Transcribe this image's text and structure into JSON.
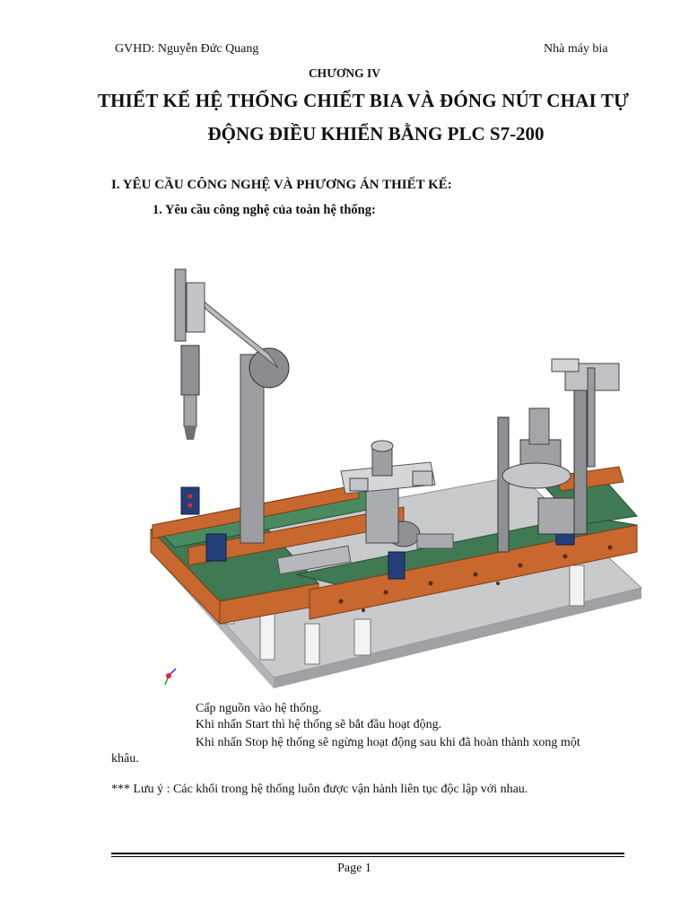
{
  "header": {
    "left": "GVHD: Nguyễn Đức Quang",
    "right": "Nhà máy bia"
  },
  "chapter": "CHƯƠNG IV",
  "title": {
    "line1": "THIẾT KẾ HỆ THỐNG CHIẾT BIA VÀ ĐÓNG NÚT CHAI TỰ",
    "line2": "ĐỘNG ĐIỀU KHIỂN BẰNG PLC S7-200"
  },
  "section": {
    "heading": "I.  YÊU CẦU CÔNG NGHỆ VÀ PHƯƠNG ÁN THIẾT KẾ:",
    "subheading": "1. Yêu cầu công nghệ của toàn hệ thống:"
  },
  "figure": {
    "icon": "bottling-machine-3d-render",
    "colors": {
      "frame": "#c8682e",
      "belt": "#3f7a54",
      "steel": "#a7a9ad",
      "sensor": "#23407a",
      "base": "#c9cacc"
    }
  },
  "body": {
    "p1": "Cấp nguồn vào hệ thống.",
    "p2": "Khi nhấn Start thì hệ thống sẽ bắt đầu hoạt động.",
    "p3a": "Khi nhấn Stop hệ thống sẽ ngừng hoạt động sau khi đã hoàn thành xong một",
    "p3b": "khâu.",
    "note": "*** Lưu ý : Các khối trong hệ thống luôn được vận hành liên tục độc lập với nhau."
  },
  "footer": {
    "page": "Page 1"
  }
}
